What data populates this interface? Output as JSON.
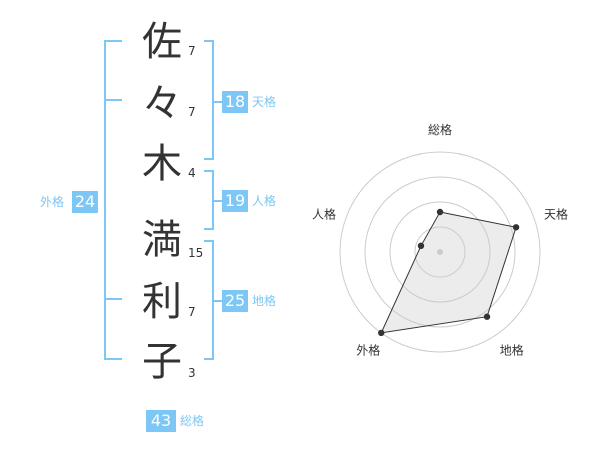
{
  "name": {
    "chars": [
      "佐",
      "々",
      "木",
      "満",
      "利",
      "子"
    ],
    "strokes": [
      "7",
      "7",
      "4",
      "15",
      "7",
      "3"
    ]
  },
  "results": {
    "tenkaku": {
      "value": "18",
      "label": "天格"
    },
    "jinkaku": {
      "value": "19",
      "label": "人格"
    },
    "chikaku": {
      "value": "25",
      "label": "地格"
    },
    "gaikaku": {
      "value": "24",
      "label": "外格"
    },
    "soukaku": {
      "value": "43",
      "label": "総格"
    }
  },
  "colors": {
    "accent": "#7cc7f5",
    "text": "#333333"
  },
  "chart_data": {
    "type": "radar",
    "axes": [
      "総格",
      "天格",
      "地格",
      "外格",
      "人格"
    ],
    "levels": 4,
    "values": [
      2,
      4,
      4,
      5,
      1
    ],
    "max": 5
  }
}
